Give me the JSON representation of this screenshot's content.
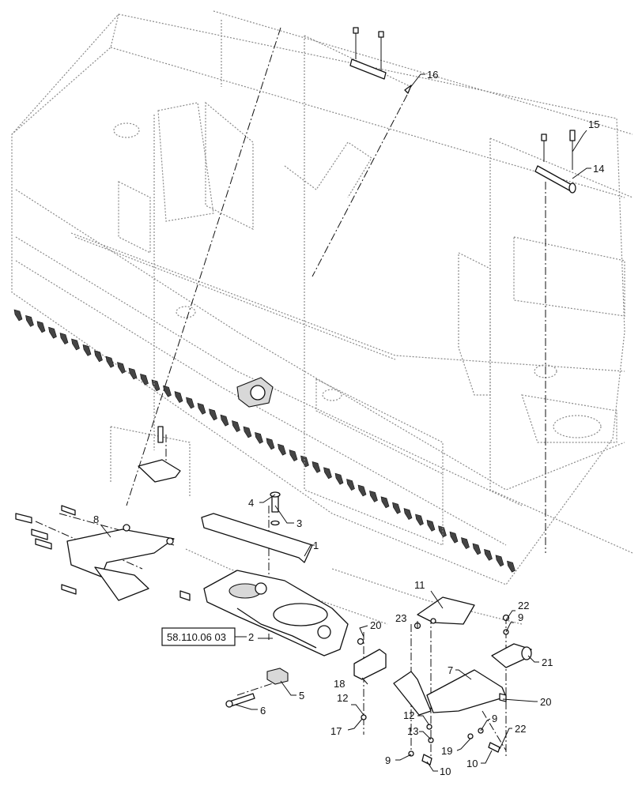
{
  "diagram": {
    "reference_label": "58.110.06 03",
    "callouts": [
      {
        "id": "c1",
        "label": "1"
      },
      {
        "id": "c2",
        "label": "2"
      },
      {
        "id": "c3",
        "label": "3"
      },
      {
        "id": "c4",
        "label": "4"
      },
      {
        "id": "c5",
        "label": "5"
      },
      {
        "id": "c6",
        "label": "6"
      },
      {
        "id": "c7",
        "label": "7"
      },
      {
        "id": "c8",
        "label": "8"
      },
      {
        "id": "c9a",
        "label": "9"
      },
      {
        "id": "c9b",
        "label": "9"
      },
      {
        "id": "c9c",
        "label": "9"
      },
      {
        "id": "c10a",
        "label": "10"
      },
      {
        "id": "c10b",
        "label": "10"
      },
      {
        "id": "c11",
        "label": "11"
      },
      {
        "id": "c12a",
        "label": "12"
      },
      {
        "id": "c12b",
        "label": "12"
      },
      {
        "id": "c13",
        "label": "13"
      },
      {
        "id": "c14",
        "label": "14"
      },
      {
        "id": "c15",
        "label": "15"
      },
      {
        "id": "c16",
        "label": "16"
      },
      {
        "id": "c17",
        "label": "17"
      },
      {
        "id": "c18",
        "label": "18"
      },
      {
        "id": "c19",
        "label": "19"
      },
      {
        "id": "c20a",
        "label": "20"
      },
      {
        "id": "c20b",
        "label": "20"
      },
      {
        "id": "c21",
        "label": "21"
      },
      {
        "id": "c22a",
        "label": "22"
      },
      {
        "id": "c22b",
        "label": "22"
      },
      {
        "id": "c23",
        "label": "23"
      }
    ]
  }
}
